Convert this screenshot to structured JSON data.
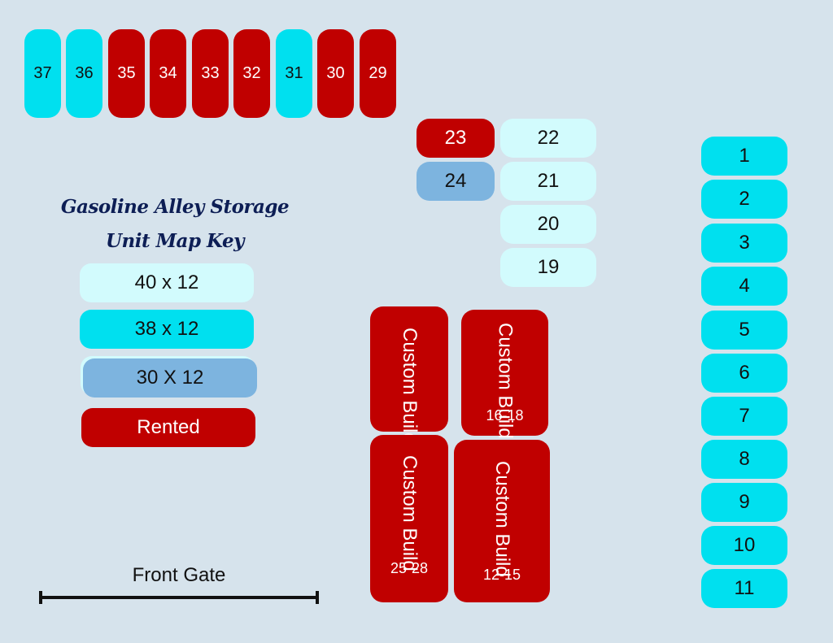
{
  "title": {
    "line1": "Gasoline Alley Storage",
    "line2": "Unit Map Key"
  },
  "colors": {
    "size_40x12": "#d2fbfd",
    "size_38x12": "#00e0ef",
    "size_30x12": "#7db4df",
    "rented": "#c00000",
    "background": "#d6e3ec"
  },
  "key": [
    {
      "label": "40 x 12",
      "category": "size_40x12"
    },
    {
      "label": "38 x 12",
      "category": "size_38x12"
    },
    {
      "label": "30 X 12",
      "category": "size_30x12"
    },
    {
      "label": "Rented",
      "category": "rented"
    }
  ],
  "top_row": [
    {
      "unit": "37",
      "status": "size_38x12"
    },
    {
      "unit": "36",
      "status": "size_38x12"
    },
    {
      "unit": "35",
      "status": "rented"
    },
    {
      "unit": "34",
      "status": "rented"
    },
    {
      "unit": "33",
      "status": "rented"
    },
    {
      "unit": "32",
      "status": "rented"
    },
    {
      "unit": "31",
      "status": "size_38x12"
    },
    {
      "unit": "30",
      "status": "rented"
    },
    {
      "unit": "29",
      "status": "rented"
    }
  ],
  "middle_left": [
    {
      "unit": "23",
      "status": "rented"
    },
    {
      "unit": "24",
      "status": "size_30x12"
    }
  ],
  "middle_right": [
    {
      "unit": "22",
      "status": "size_40x12"
    },
    {
      "unit": "21",
      "status": "size_40x12"
    },
    {
      "unit": "20",
      "status": "size_40x12"
    },
    {
      "unit": "19",
      "status": "size_40x12"
    }
  ],
  "right_column": [
    {
      "unit": "1",
      "status": "size_38x12"
    },
    {
      "unit": "2",
      "status": "size_38x12"
    },
    {
      "unit": "3",
      "status": "size_38x12"
    },
    {
      "unit": "4",
      "status": "size_38x12"
    },
    {
      "unit": "5",
      "status": "size_38x12"
    },
    {
      "unit": "6",
      "status": "size_38x12"
    },
    {
      "unit": "7",
      "status": "size_38x12"
    },
    {
      "unit": "8",
      "status": "size_38x12"
    },
    {
      "unit": "9",
      "status": "size_38x12"
    },
    {
      "unit": "10",
      "status": "size_38x12"
    },
    {
      "unit": "11",
      "status": "size_38x12"
    }
  ],
  "custom_builds": [
    {
      "label": "Custom Build",
      "range": "",
      "status": "rented"
    },
    {
      "label": "Custom Build",
      "range": "16-18",
      "status": "rented"
    },
    {
      "label": "Custom Build",
      "range": "25-28",
      "status": "rented"
    },
    {
      "label": "Custom Build",
      "range": "12-15",
      "status": "rented"
    }
  ],
  "gate": {
    "label": "Front Gate"
  }
}
